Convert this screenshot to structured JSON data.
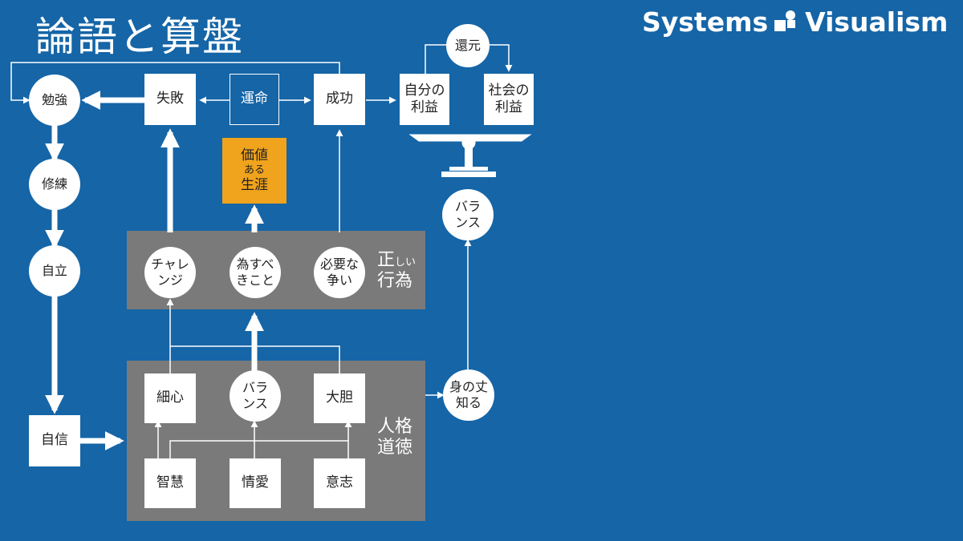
{
  "title": "論語と算盤",
  "brand": {
    "text": "Systems",
    "text2": "Visualism",
    "logo_icon": "systems-visualism-logo-icon"
  },
  "colors": {
    "background": "#1565a7",
    "panel": "#7a7a7a",
    "highlight": "#f0a31c",
    "line": "#ffffff"
  },
  "nodes": {
    "benkyo": "勉強",
    "shuren": "修練",
    "jiritsu": "自立",
    "jishin": "自信",
    "shippai": "失敗",
    "unmei": "運命",
    "seiko": "成功",
    "jibun_rieki": "自分の\n利益",
    "shakai_rieki": "社会の\n利益",
    "kangen": "還元",
    "balance_top": "バラ\nンス",
    "kachi_line1": "価値",
    "kachi_line2": "ある",
    "kachi_line3": "生涯",
    "challenge": "チャレ\nンジ",
    "nasubeki": "為すべ\nきこと",
    "hitsuyo": "必要な\n争い",
    "saishin": "細心",
    "balance_mid": "バラ\nンス",
    "daitan": "大胆",
    "chie": "智慧",
    "joai": "情愛",
    "ishi": "意志",
    "minotake": "身の丈\n知る"
  },
  "panels": {
    "tadashii_line1": "正",
    "tadashii_small": "しい",
    "tadashii_line2": "行為",
    "jinkaku": "人格\n道徳"
  },
  "icons": {
    "scale": "balance-scale-icon"
  }
}
